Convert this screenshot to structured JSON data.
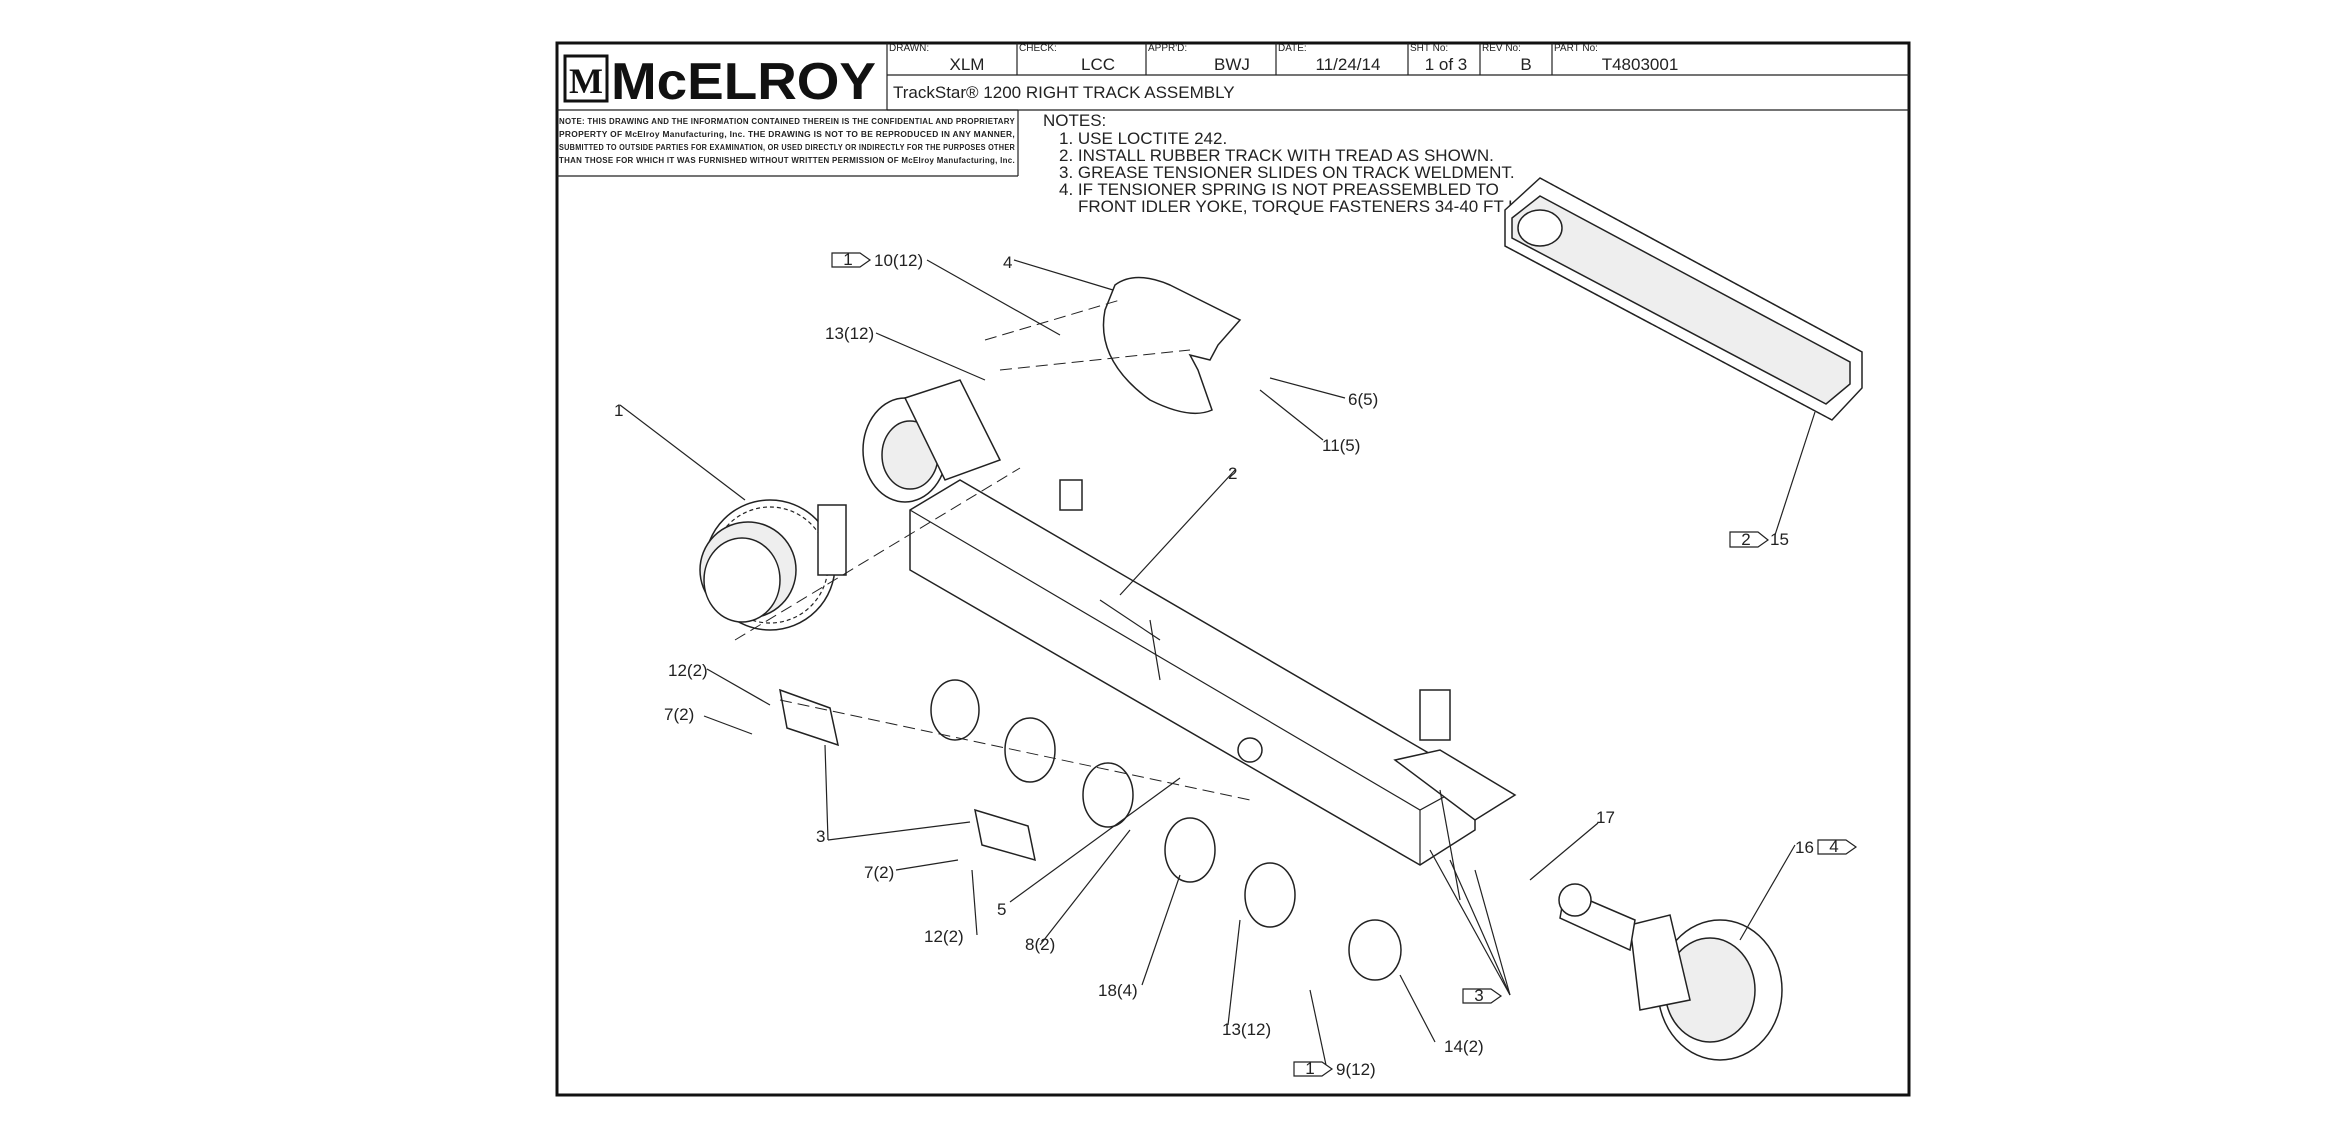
{
  "title_block": {
    "logo_text": "McELROY",
    "logo_monogram": "M",
    "fields": [
      {
        "label": "DRAWN:",
        "value": "XLM"
      },
      {
        "label": "CHECK:",
        "value": "LCC"
      },
      {
        "label": "APPR'D:",
        "value": "BWJ"
      },
      {
        "label": "DATE:",
        "value": "11/24/14"
      },
      {
        "label": "SHT No:",
        "value": "1 of 3"
      },
      {
        "label": "REV No:",
        "value": "B"
      },
      {
        "label": "PART No:",
        "value": "T4803001"
      }
    ],
    "drawing_title": "TrackStar® 1200 RIGHT TRACK ASSEMBLY",
    "confidentiality": [
      "NOTE: THIS DRAWING AND THE INFORMATION CONTAINED THEREIN IS THE CONFIDENTIAL AND PROPRIETARY",
      "PROPERTY OF McElroy Manufacturing, Inc. THE DRAWING IS NOT TO BE REPRODUCED IN ANY MANNER,",
      "SUBMITTED TO OUTSIDE PARTIES FOR EXAMINATION, OR USED DIRECTLY OR INDIRECTLY FOR THE PURPOSES OTHER",
      "THAN THOSE FOR WHICH IT WAS FURNISHED WITHOUT WRITTEN PERMISSION OF McElroy Manufacturing, Inc."
    ]
  },
  "notes": {
    "heading": "NOTES:",
    "items": [
      "1. USE LOCTITE 242.",
      "2. INSTALL RUBBER TRACK WITH TREAD AS SHOWN.",
      "3. GREASE TENSIONER SLIDES ON TRACK WELDMENT.",
      "4. IF TENSIONER SPRING IS NOT PREASSEMBLED TO",
      "FRONT IDLER YOKE, TORQUE FASTENERS 34-40 FT LBS."
    ]
  },
  "callouts": [
    {
      "id": "c-10",
      "text": "10(12)",
      "flag": "1"
    },
    {
      "id": "c-4",
      "text": "4"
    },
    {
      "id": "c-13a",
      "text": "13(12)"
    },
    {
      "id": "c-6",
      "text": "6(5)"
    },
    {
      "id": "c-11",
      "text": "11(5)"
    },
    {
      "id": "c-1",
      "text": "1"
    },
    {
      "id": "c-2",
      "text": "2"
    },
    {
      "id": "c-15",
      "text": "15",
      "flag": "2"
    },
    {
      "id": "c-12a",
      "text": "12(2)"
    },
    {
      "id": "c-7a",
      "text": "7(2)"
    },
    {
      "id": "c-3a",
      "text": "3"
    },
    {
      "id": "c-7b",
      "text": "7(2)"
    },
    {
      "id": "c-5",
      "text": "5"
    },
    {
      "id": "c-12b",
      "text": "12(2)"
    },
    {
      "id": "c-8",
      "text": "8(2)"
    },
    {
      "id": "c-18",
      "text": "18(4)"
    },
    {
      "id": "c-13b",
      "text": "13(12)"
    },
    {
      "id": "c-9",
      "text": "9(12)",
      "flag": "1"
    },
    {
      "id": "c-14",
      "text": "14(2)"
    },
    {
      "id": "c-17",
      "text": "17"
    },
    {
      "id": "c-16",
      "text": "16",
      "flag": "4"
    },
    {
      "id": "c-3b",
      "text": "3",
      "flag_only": true
    }
  ]
}
